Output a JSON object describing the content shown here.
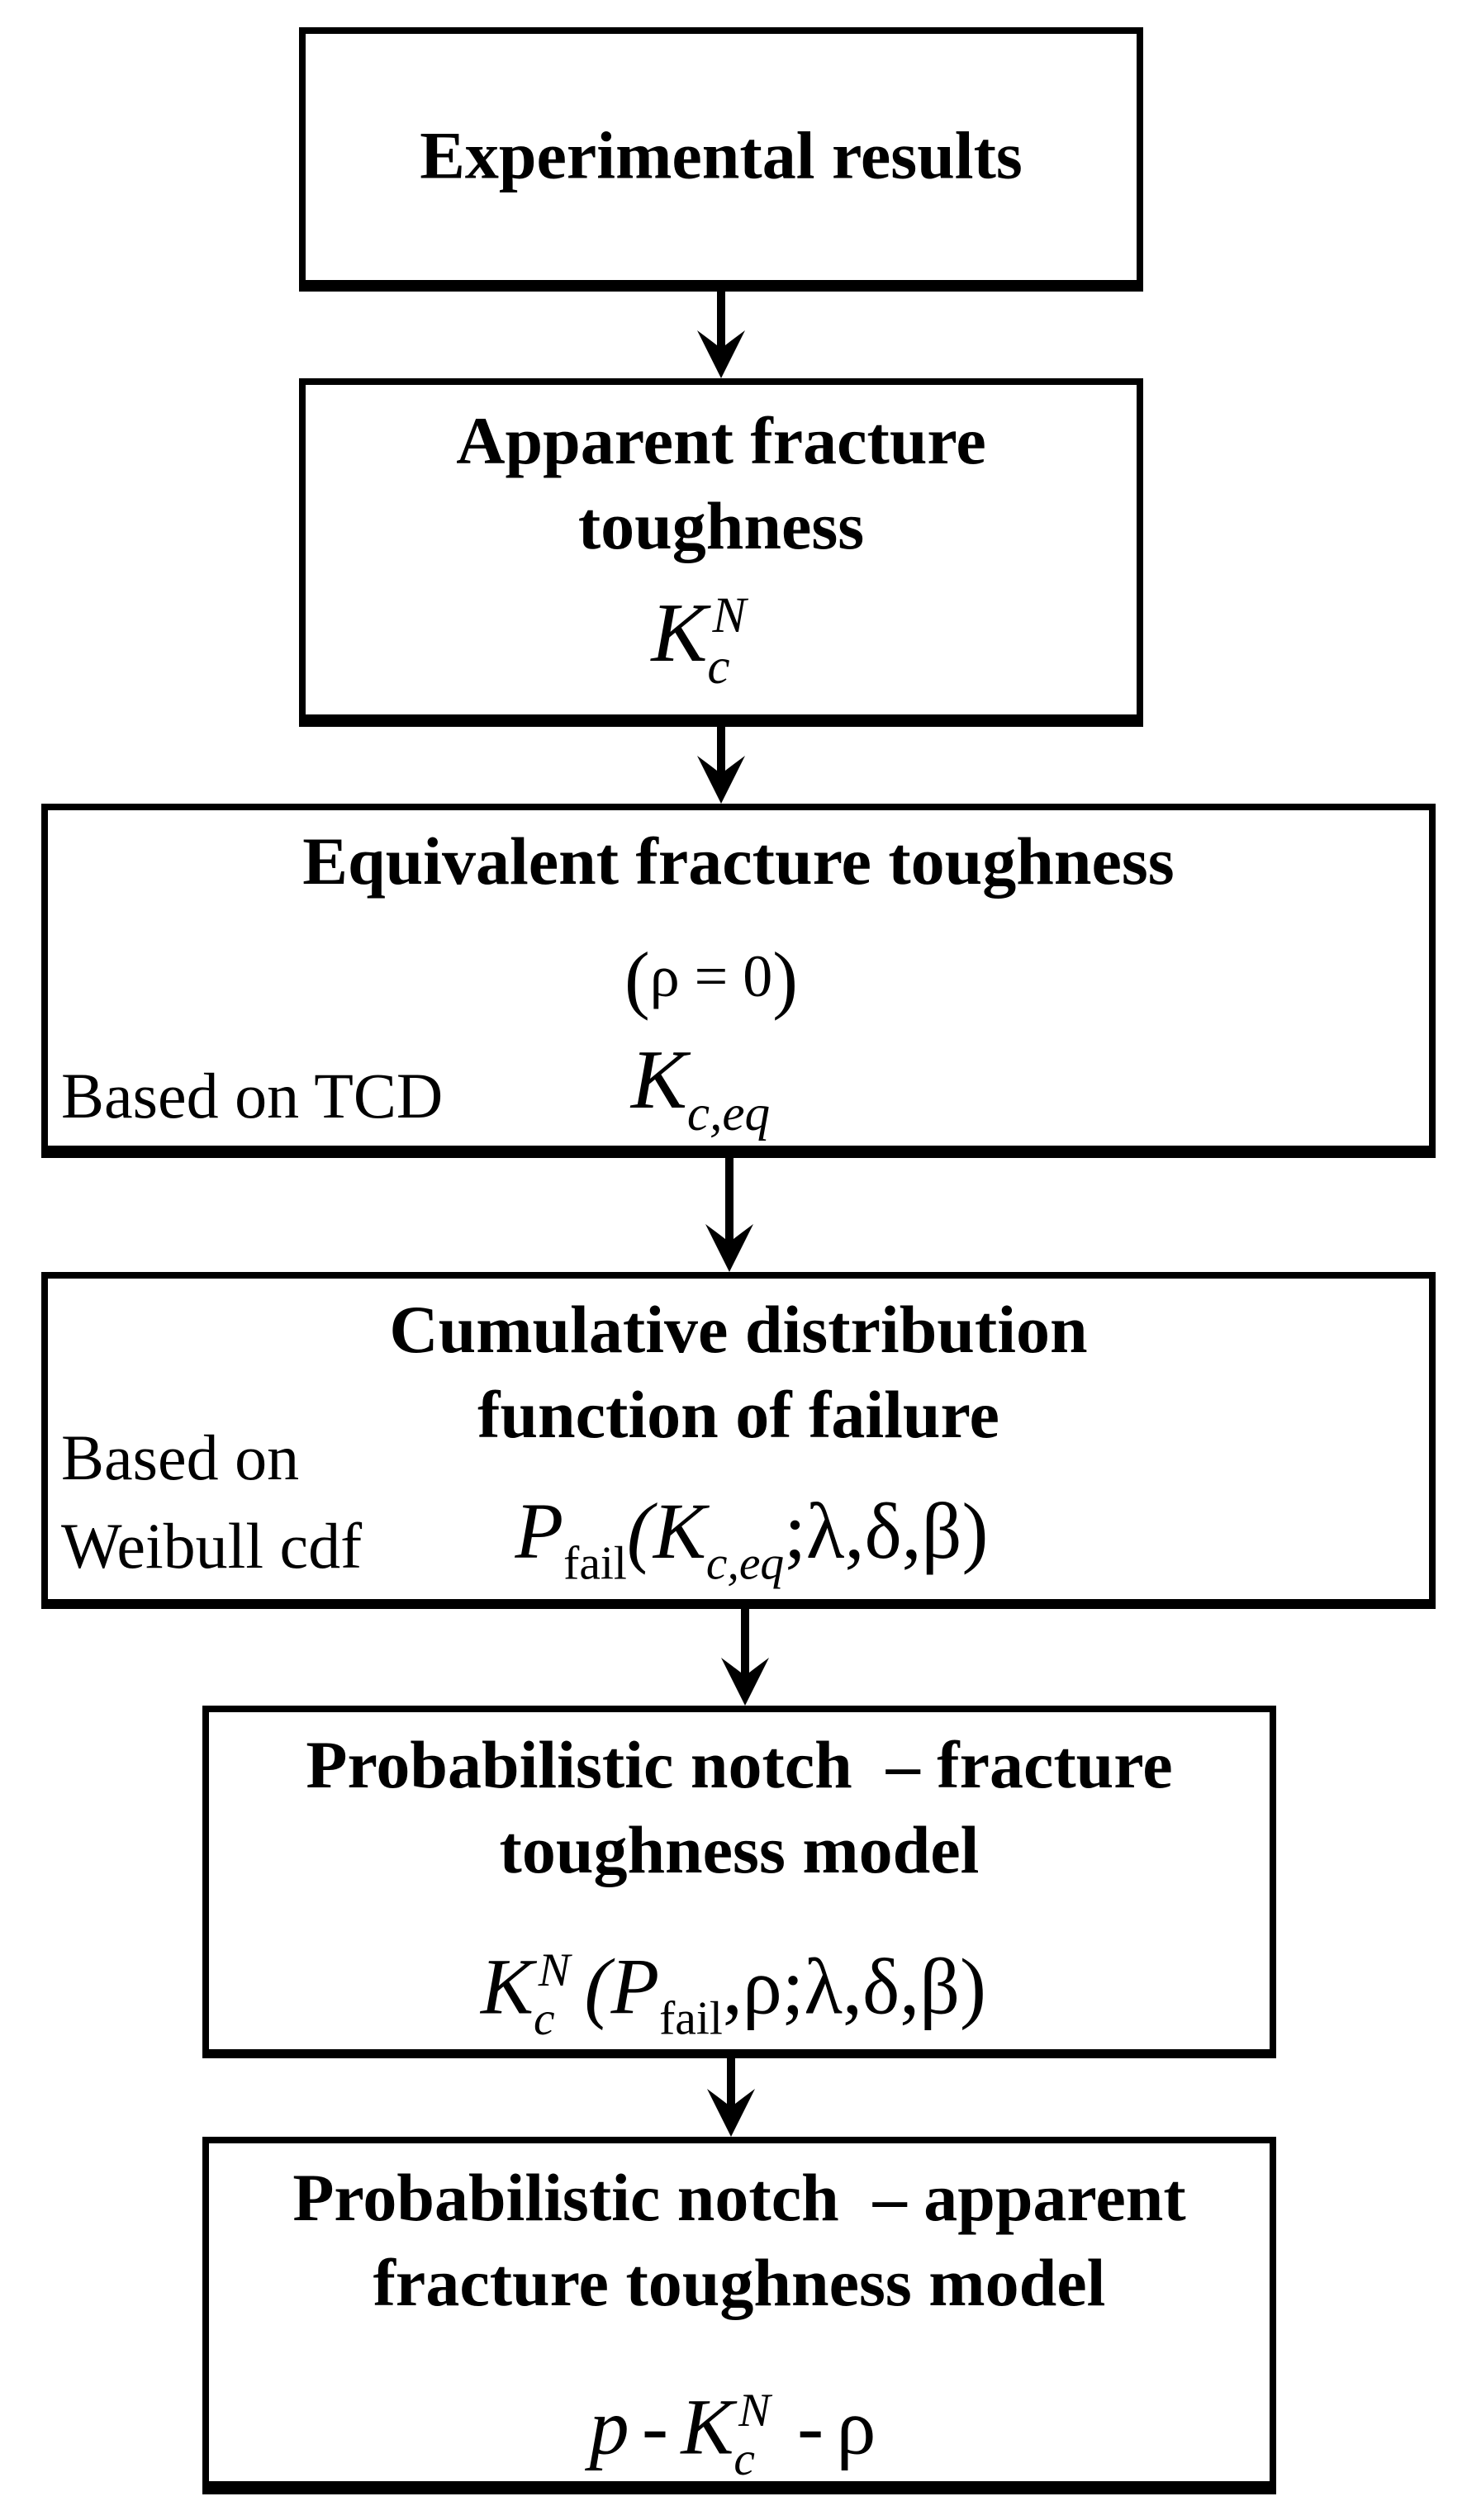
{
  "figure": {
    "background": "#ffffff",
    "ink": "#000000"
  },
  "boxes": {
    "box1": {
      "title": "Experimental results"
    },
    "box2": {
      "title_line1": "Apparent fracture",
      "title_line2": "toughness",
      "formula": {
        "main": "K",
        "sup": "N",
        "sub": "c"
      }
    },
    "box3": {
      "title": "Equivalent fracture toughness",
      "condition_open": "(",
      "condition_body": "ρ = 0",
      "condition_close": ")",
      "note": "Based on TCD",
      "formula": {
        "main": "K",
        "sub": "c,eq"
      }
    },
    "box4": {
      "title_line1": "Cumulative distribution",
      "title_line2": "function of failure",
      "note_line1": "Based on",
      "note_line2": "Weibull cdf",
      "formula": {
        "p": "P",
        "p_sub": "fail",
        "open": "(",
        "k": "K",
        "k_sub": "c,eq",
        "tail": ";λ,δ,β)"
      }
    },
    "box5": {
      "title_line1": "Probabilistic notch  – fracture",
      "title_line2": "toughness model",
      "formula": {
        "k": "K",
        "k_sup": "N",
        "k_sub": "c",
        "open": "(",
        "p": "P",
        "p_sub": "fail",
        "tail": ",ρ;λ,δ,β)"
      }
    },
    "box6": {
      "title_line1": "Probabilistic notch  – apparent",
      "title_line2": "fracture toughness model",
      "formula": {
        "p": "p",
        "dash1": "-",
        "k": "K",
        "k_sup": "N",
        "k_sub": "c",
        "dash2": "-",
        "rho": "ρ"
      }
    }
  }
}
